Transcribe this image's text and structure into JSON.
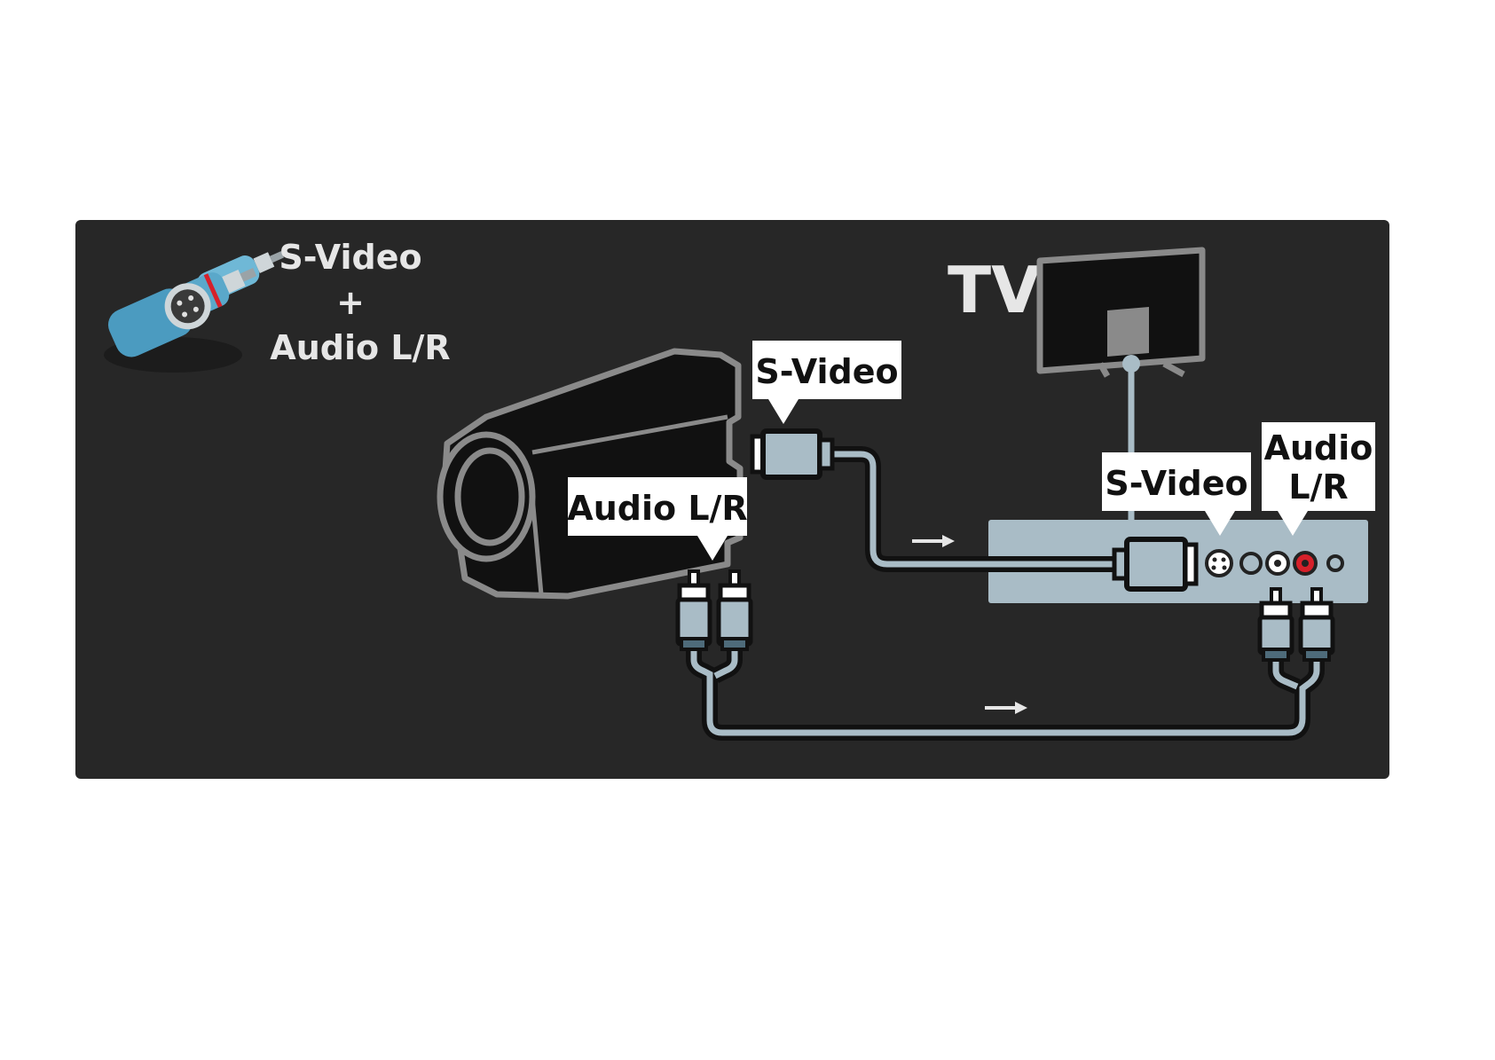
{
  "legend": {
    "line1": "S-Video",
    "line2": "+",
    "line3": "Audio L/R"
  },
  "tv_label": "TV",
  "camcorder_labels": {
    "svideo": "S-Video",
    "audio": "Audio L/R"
  },
  "tv_panel_labels": {
    "svideo": "S-Video",
    "audio_line1": "Audio",
    "audio_line2": "L/R"
  },
  "colors": {
    "panel_background": "#272727",
    "cable": "#a9bcc6",
    "audio_red_jack": "#d6202a",
    "label_box": "#ffffff"
  }
}
